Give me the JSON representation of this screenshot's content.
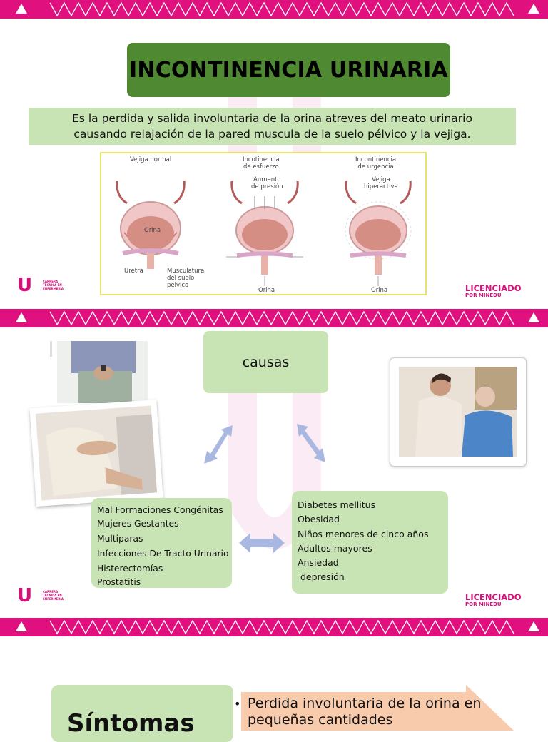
{
  "slide1": {
    "title": "INCONTINENCIA URINARIA",
    "definition_line1": "Es la perdida y  salida involuntaria de la orina atreves del meato urinario",
    "definition_line2": "causando relajación de la pared muscula de la suelo pélvico y  la vejiga.",
    "figure": {
      "col1_title": "Vejiga normal",
      "col2_title_line1": "Incotinencia",
      "col2_title_line2": "de esfuerzo",
      "col3_title_line1": "Incontinencia",
      "col3_title_line2": "de urgencia",
      "aumento_line1": "Aumento",
      "aumento_line2": "de presión",
      "hiper_line1": "Vejiga",
      "hiper_line2": "hiperactiva",
      "orina_inside": "Orina",
      "uretra": "Uretra",
      "muscle_line1": "Musculatura",
      "muscle_line2": "del suelo",
      "muscle_line3": "pélvico",
      "orina_out_2": "Orina",
      "orina_out_3": "Orina"
    }
  },
  "slide2": {
    "causas_label": "causas",
    "left_list": [
      "Mal Formaciones Congénitas",
      "Mujeres Gestantes",
      "Multiparas",
      "Infecciones De Tracto Urinario",
      "Histerectomías",
      "Prostatitis"
    ],
    "right_list": [
      "Diabetes mellitus",
      "Obesidad",
      "Niños menores de cinco años",
      "Adultos mayores",
      "Ansiedad",
      " depresión"
    ]
  },
  "slide3": {
    "sintomas_label": "Síntomas",
    "symptom_line1": "Perdida involuntaria de la orina en",
    "symptom_line2": "pequeñas cantidades"
  },
  "branding": {
    "u_logo_letter": "U",
    "carrera_line1": "CARRERA",
    "carrera_line2": "TÉCNICA EN",
    "carrera_line3": "ENFERMERÍA",
    "licenciado": "LICENCIADO",
    "por_minedu": "POR MINEDU"
  },
  "colors": {
    "band_pink": "#e0117f",
    "title_green": "#4f8a33",
    "box_light_green": "#c8e3b4",
    "arrow_lavender": "#a9b8e0",
    "brand_magenta": "#d6107a"
  }
}
